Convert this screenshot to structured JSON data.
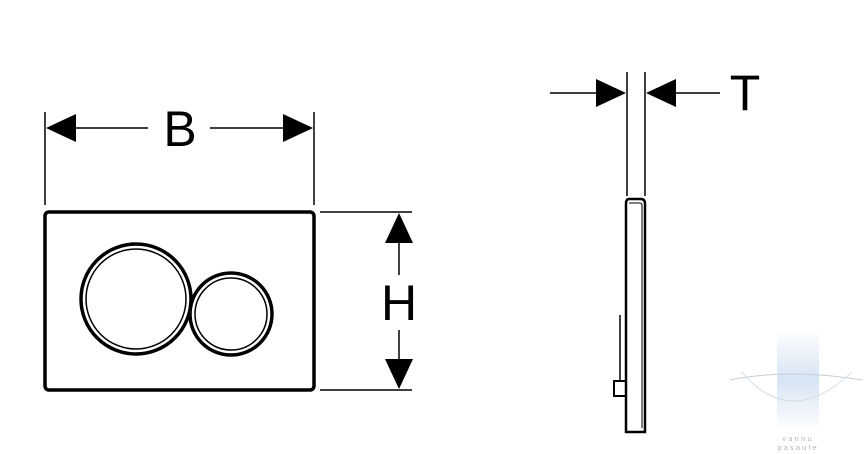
{
  "labels": {
    "width": "B",
    "height": "H",
    "thickness": "T"
  },
  "watermark": {
    "line1": "vannu",
    "line2": "pasaule"
  },
  "colors": {
    "stroke": "#000000",
    "background": "#ffffff",
    "watermark": "#c9dcef"
  }
}
